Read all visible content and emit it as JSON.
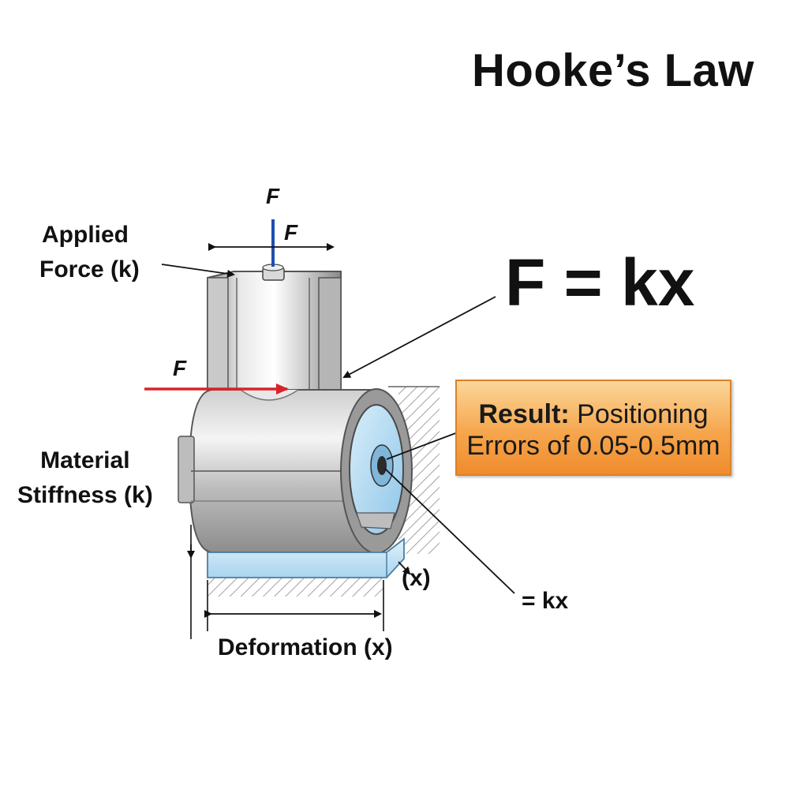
{
  "title": "Hooke’s Law",
  "formula": "F = kx",
  "labels": {
    "applied_force_line1": "Applied",
    "applied_force_line2": "Force (k)",
    "material_stiffness_line1": "Material",
    "material_stiffness_line2": "Stiffness (k)",
    "deformation": "Deformation (x)",
    "x_small": "(x)",
    "eq_kx": "= kx",
    "force_top": "F",
    "force_right": "F",
    "force_left": "F"
  },
  "result": {
    "heading": "Result:",
    "line1_rest": " Positioning",
    "line2": "Errors of 0.05-0.5mm"
  },
  "colors": {
    "vertical_force_arrow": "#1f4fb0",
    "horizontal_force_arrow": "#d9232a",
    "result_box": "#f6a64d",
    "base_plate": "#bfe0f3"
  }
}
